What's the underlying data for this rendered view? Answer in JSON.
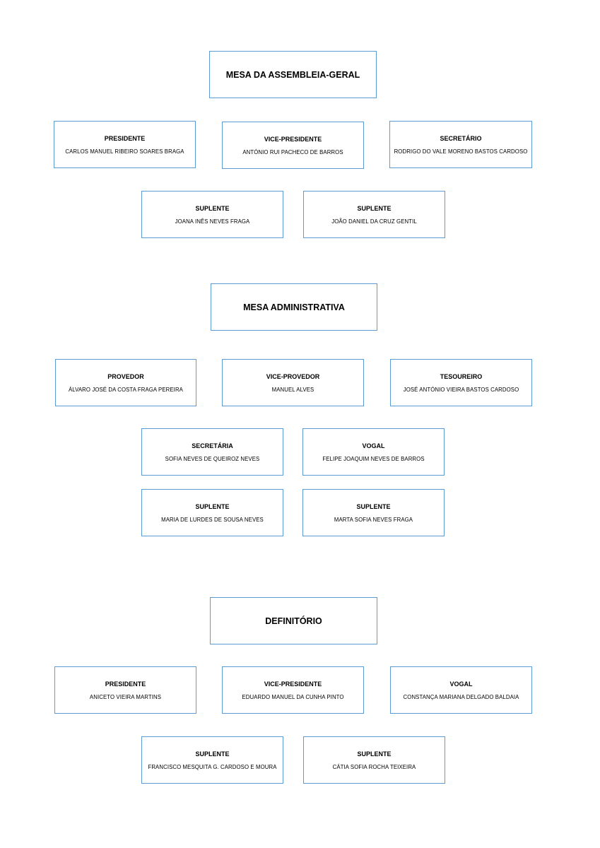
{
  "sections": [
    {
      "title": "MESA DA ASSEMBLEIA-GERAL",
      "members": [
        {
          "role": "PRESIDENTE",
          "name": "CARLOS MANUEL RIBEIRO SOARES BRAGA"
        },
        {
          "role": "VICE-PRESIDENTE",
          "name": "ANTÓNIO RUI PACHECO DE BARROS"
        },
        {
          "role": "SECRETÁRIO",
          "name": "RODRIGO DO VALE MORENO BASTOS CARDOSO"
        },
        {
          "role": "SUPLENTE",
          "name": "JOANA INÊS NEVES FRAGA"
        },
        {
          "role": "SUPLENTE",
          "name": "JOÃO DANIEL DA CRUZ GENTIL"
        }
      ]
    },
    {
      "title": "MESA ADMINISTRATIVA",
      "members": [
        {
          "role": "PROVEDOR",
          "name": "ÁLVARO JOSÉ DA COSTA FRAGA PEREIRA"
        },
        {
          "role": "VICE-PROVEDOR",
          "name": "MANUEL ALVES"
        },
        {
          "role": "TESOUREIRO",
          "name": "JOSÉ ANTÓNIO VIEIRA BASTOS CARDOSO"
        },
        {
          "role": "SECRETÁRIA",
          "name": "SOFIA NEVES DE QUEIROZ NEVES"
        },
        {
          "role": "VOGAL",
          "name": "FELIPE JOAQUIM NEVES DE BARROS"
        },
        {
          "role": "SUPLENTE",
          "name": "MARIA DE LURDES DE SOUSA NEVES"
        },
        {
          "role": "SUPLENTE",
          "name": "MARTA SOFIA NEVES FRAGA"
        }
      ]
    },
    {
      "title": "DEFINITÓRIO",
      "members": [
        {
          "role": "PRESIDENTE",
          "name": "ANICETO VIEIRA MARTINS"
        },
        {
          "role": "VICE-PRESIDENTE",
          "name": "EDUARDO MANUEL DA CUNHA PINTO"
        },
        {
          "role": "VOGAL",
          "name": "CONSTANÇA MARIANA DELGADO BALDAIA"
        },
        {
          "role": "SUPLENTE",
          "name": "FRANCISCO MESQUITA G. CARDOSO E MOURA"
        },
        {
          "role": "SUPLENTE",
          "name": "CÁTIA SOFIA ROCHA TEIXEIRA"
        }
      ]
    }
  ],
  "colors": {
    "box_border": "#5b9bd5",
    "background": "#ffffff"
  }
}
